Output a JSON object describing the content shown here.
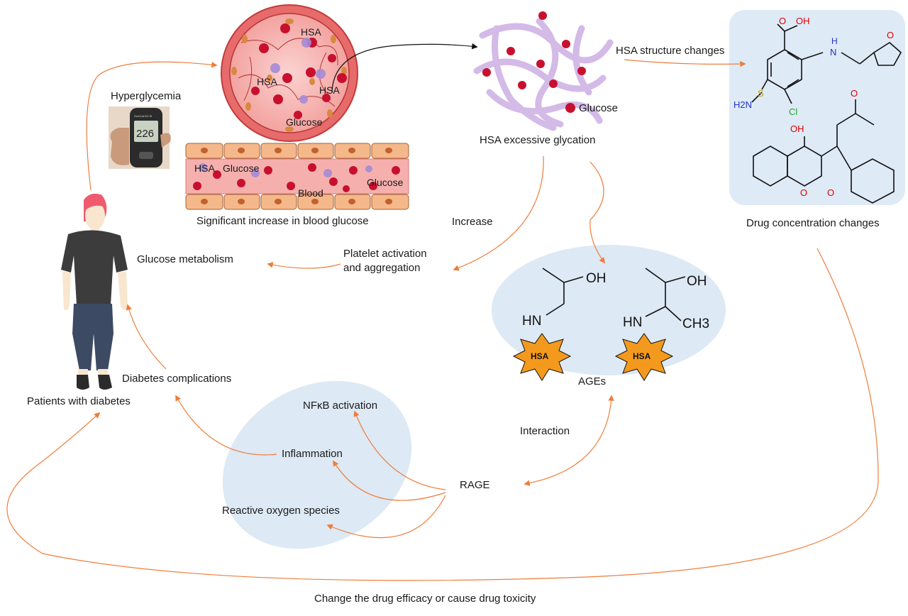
{
  "labels": {
    "hyperglycemia": "Hyperglycemia",
    "significant_increase": "Significant increase in blood glucose",
    "glucose_metabolism": "Glucose metabolism",
    "patients_with_diabetes": "Patients with diabetes",
    "diabetes_complications": "Diabetes complications",
    "platelet_activation_line1": "Platelet  activation",
    "platelet_activation_line2": "and aggregation",
    "increase": "Increase",
    "hsa_excessive_glycation": "HSA excessive glycation",
    "glucose_legend": "Glucose",
    "hsa_structure_changes": "HSA structure changes",
    "drug_concentration_changes": "Drug concentration changes",
    "ages": "AGEs",
    "interaction": "Interaction",
    "rage": "RAGE",
    "nfkb_activation": "NFκB activation",
    "inflammation": "Inflammation",
    "reactive_oxygen_species": "Reactive oxygen species",
    "bottom_caption": "Change the drug efficacy or cause drug toxicity"
  },
  "vessel_labels": {
    "hsa_top": "HSA",
    "hsa_left": "HSA",
    "hsa_right": "HSA",
    "glucose_center": "Glucose",
    "hsa_tube": "HSA",
    "glucose_tube_left": "Glucose",
    "blood": "Blood",
    "glucose_tube_right": "Glucose"
  },
  "glucometer": {
    "reading": "226",
    "brand": "OneCall EZ III"
  },
  "chem": {
    "oh": "OH",
    "o": "O",
    "n": "N",
    "h": "H",
    "cl": "Cl",
    "s": "S",
    "h2n": "H2N",
    "hn": "HN",
    "ch3": "CH3",
    "hsa_badge": "HSA"
  },
  "colors": {
    "arrow_orange": "#ee7d3c",
    "bubble_blue": "#dde9f4",
    "drug_panel_blue": "#deeaf6",
    "vessel_red": "#e04b4b",
    "vessel_pink": "#f5b0ae",
    "rbc_red": "#c8102e",
    "cell_tan": "#f4b88a",
    "hsa_purple": "#9b7fc7",
    "star_orange": "#f39a1e",
    "person_hair": "#ef5a6e",
    "person_shirt": "#3c3c3c",
    "person_pants": "#3d4a63",
    "person_skin": "#f9e6cf"
  }
}
